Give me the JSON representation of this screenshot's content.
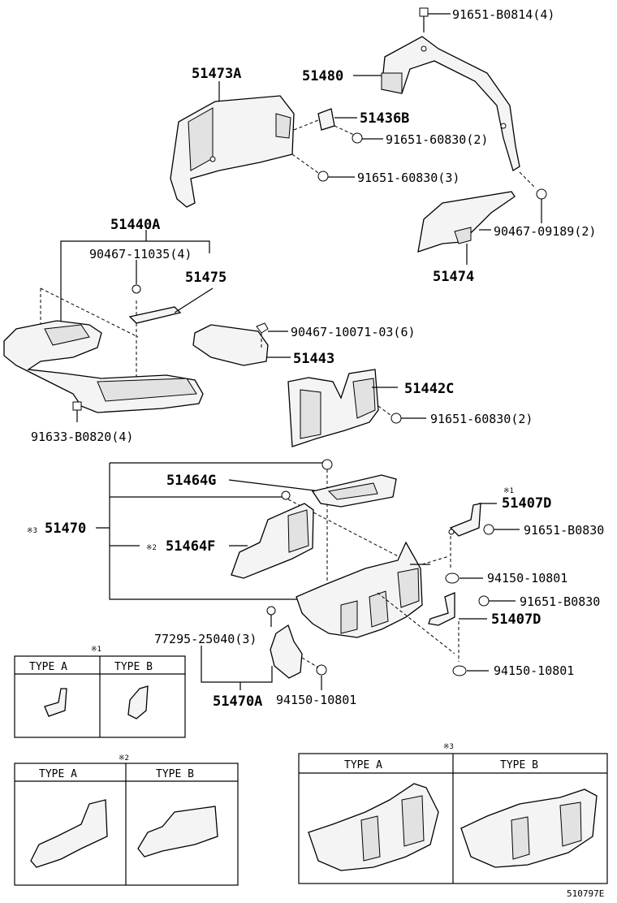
{
  "parts": {
    "p91651_B0814": "91651-B0814(4)",
    "p51473A": "51473A",
    "p51480": "51480",
    "p51436B": "51436B",
    "p91651_60830_a": "91651-60830(2)",
    "p91651_60830_b": "91651-60830(3)",
    "p90467_09189": "90467-09189(2)",
    "p51474": "51474",
    "p51440A": "51440A",
    "p90467_11035": "90467-11035(4)",
    "p51475": "51475",
    "p90467_10071": "90467-10071-03(6)",
    "p51443": "51443",
    "p51442C": "51442C",
    "p91651_60830_c": "91651-60830(2)",
    "p91633_B0820": "91633-B0820(4)",
    "p51464G": "51464G",
    "p51407D_a": "51407D",
    "p91651_B0830_a": "91651-B0830",
    "p51470": "51470",
    "p51464F": "51464F",
    "p94150_10801_a": "94150-10801",
    "p91651_B0830_b": "91651-B0830",
    "p77295_25040": "77295-25040(3)",
    "p51407D_b": "51407D",
    "p94150_10801_b": "94150-10801",
    "p51470A": "51470A",
    "p94150_10801_c": "94150-10801"
  },
  "marks": {
    "m1": "※1",
    "m2": "※2",
    "m3": "※3",
    "m1_table": "※1",
    "m2_table": "※2",
    "m3_table": "※3"
  },
  "tables": {
    "t1": {
      "type_a": "TYPE A",
      "type_b": "TYPE B"
    },
    "t2": {
      "type_a": "TYPE A",
      "type_b": "TYPE B"
    },
    "t3": {
      "type_a": "TYPE A",
      "type_b": "TYPE B"
    }
  },
  "diagram_id": "510797E"
}
